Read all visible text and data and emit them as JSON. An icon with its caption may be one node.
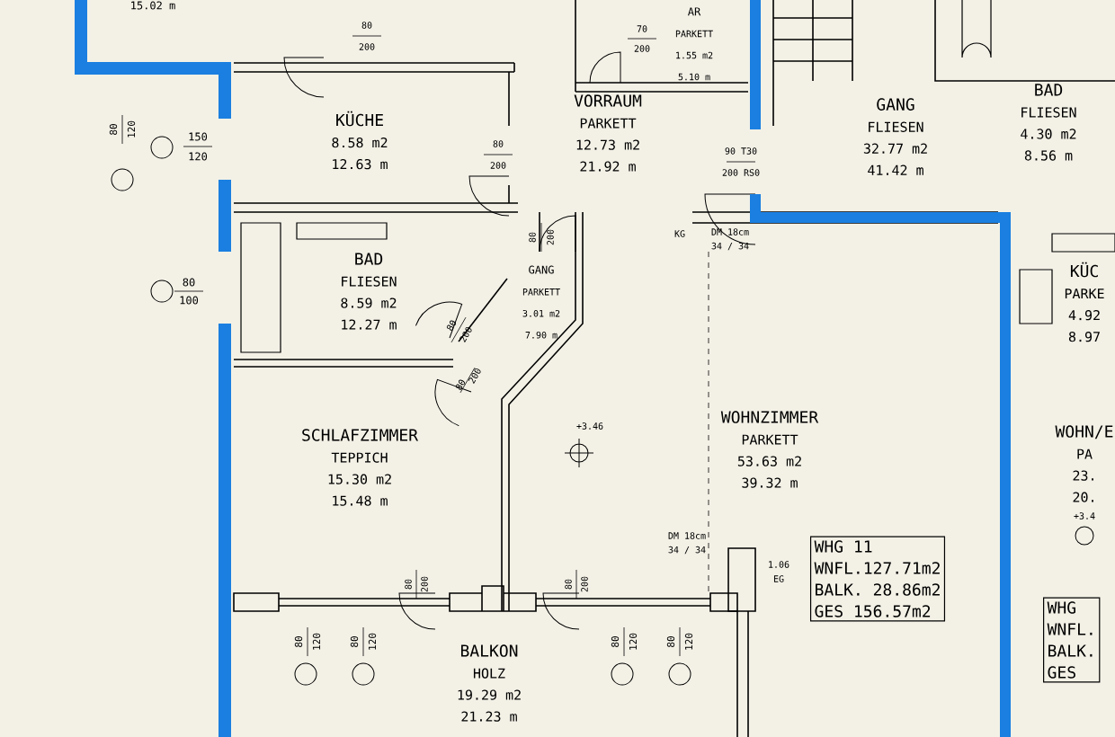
{
  "diagram": {
    "nodes": [
      {
        "text": [
          "KÜCHE",
          "8.58 m2",
          "12.63 m"
        ]
      },
      {
        "text": [
          "VORRAUM",
          "PARKETT",
          "12.73 m2",
          "21.92 m"
        ]
      },
      {
        "text": [
          "AR",
          "PARKETT",
          "1.55 m2",
          "5.10 m"
        ]
      },
      {
        "text": [
          "GANG",
          "FLIESEN",
          "32.77 m2",
          "41.42 m"
        ]
      },
      {
        "text": [
          "BAD",
          "FLIESEN",
          "4.30 m2",
          "8.56 m"
        ]
      },
      {
        "text": [
          "BAD",
          "FLIESEN",
          "8.59 m2",
          "12.27 m"
        ]
      },
      {
        "text": [
          "GANG",
          "PARKETT",
          "3.01 m2",
          "7.90 m"
        ]
      },
      {
        "text": [
          "SCHLAFZIMMER",
          "TEPPICH",
          "15.30 m2",
          "15.48 m"
        ]
      },
      {
        "text": [
          "WOHNZIMMER",
          "PARKETT",
          "53.63 m2",
          "39.32 m"
        ]
      },
      {
        "text": [
          "KÜC",
          "PARKE",
          "4.92",
          "8.97"
        ]
      },
      {
        "text": [
          "WOHN/E",
          "PA",
          "23.",
          "20."
        ]
      },
      {
        "text": [
          "BALKON",
          "HOLZ",
          "19.29 m2",
          "21.23 m"
        ]
      },
      {
        "text": [
          "WHG 11",
          "WNFL.127.71m2",
          "BALK. 28.86m2",
          "GES 156.57m2"
        ]
      },
      {
        "text": [
          "WHG",
          "WNFL.",
          "BALK.",
          "GES"
        ]
      }
    ],
    "labels": [
      "15.02 m",
      "80",
      "200",
      "80",
      "200",
      "70",
      "200",
      "80",
      "200",
      "90 T30",
      "200 RS0",
      "80",
      "120",
      "150",
      "120",
      "80",
      "100",
      "80",
      "200",
      "80",
      "200",
      "+3.46",
      "KG",
      "DM 18cm",
      "34 / 34",
      "DM 18cm",
      "34 / 34",
      "1.06",
      "EG",
      "80",
      "200",
      "80",
      "200",
      "80",
      "120",
      "80",
      "120",
      "80",
      "120",
      "80",
      "120",
      "+3.4"
    ]
  }
}
